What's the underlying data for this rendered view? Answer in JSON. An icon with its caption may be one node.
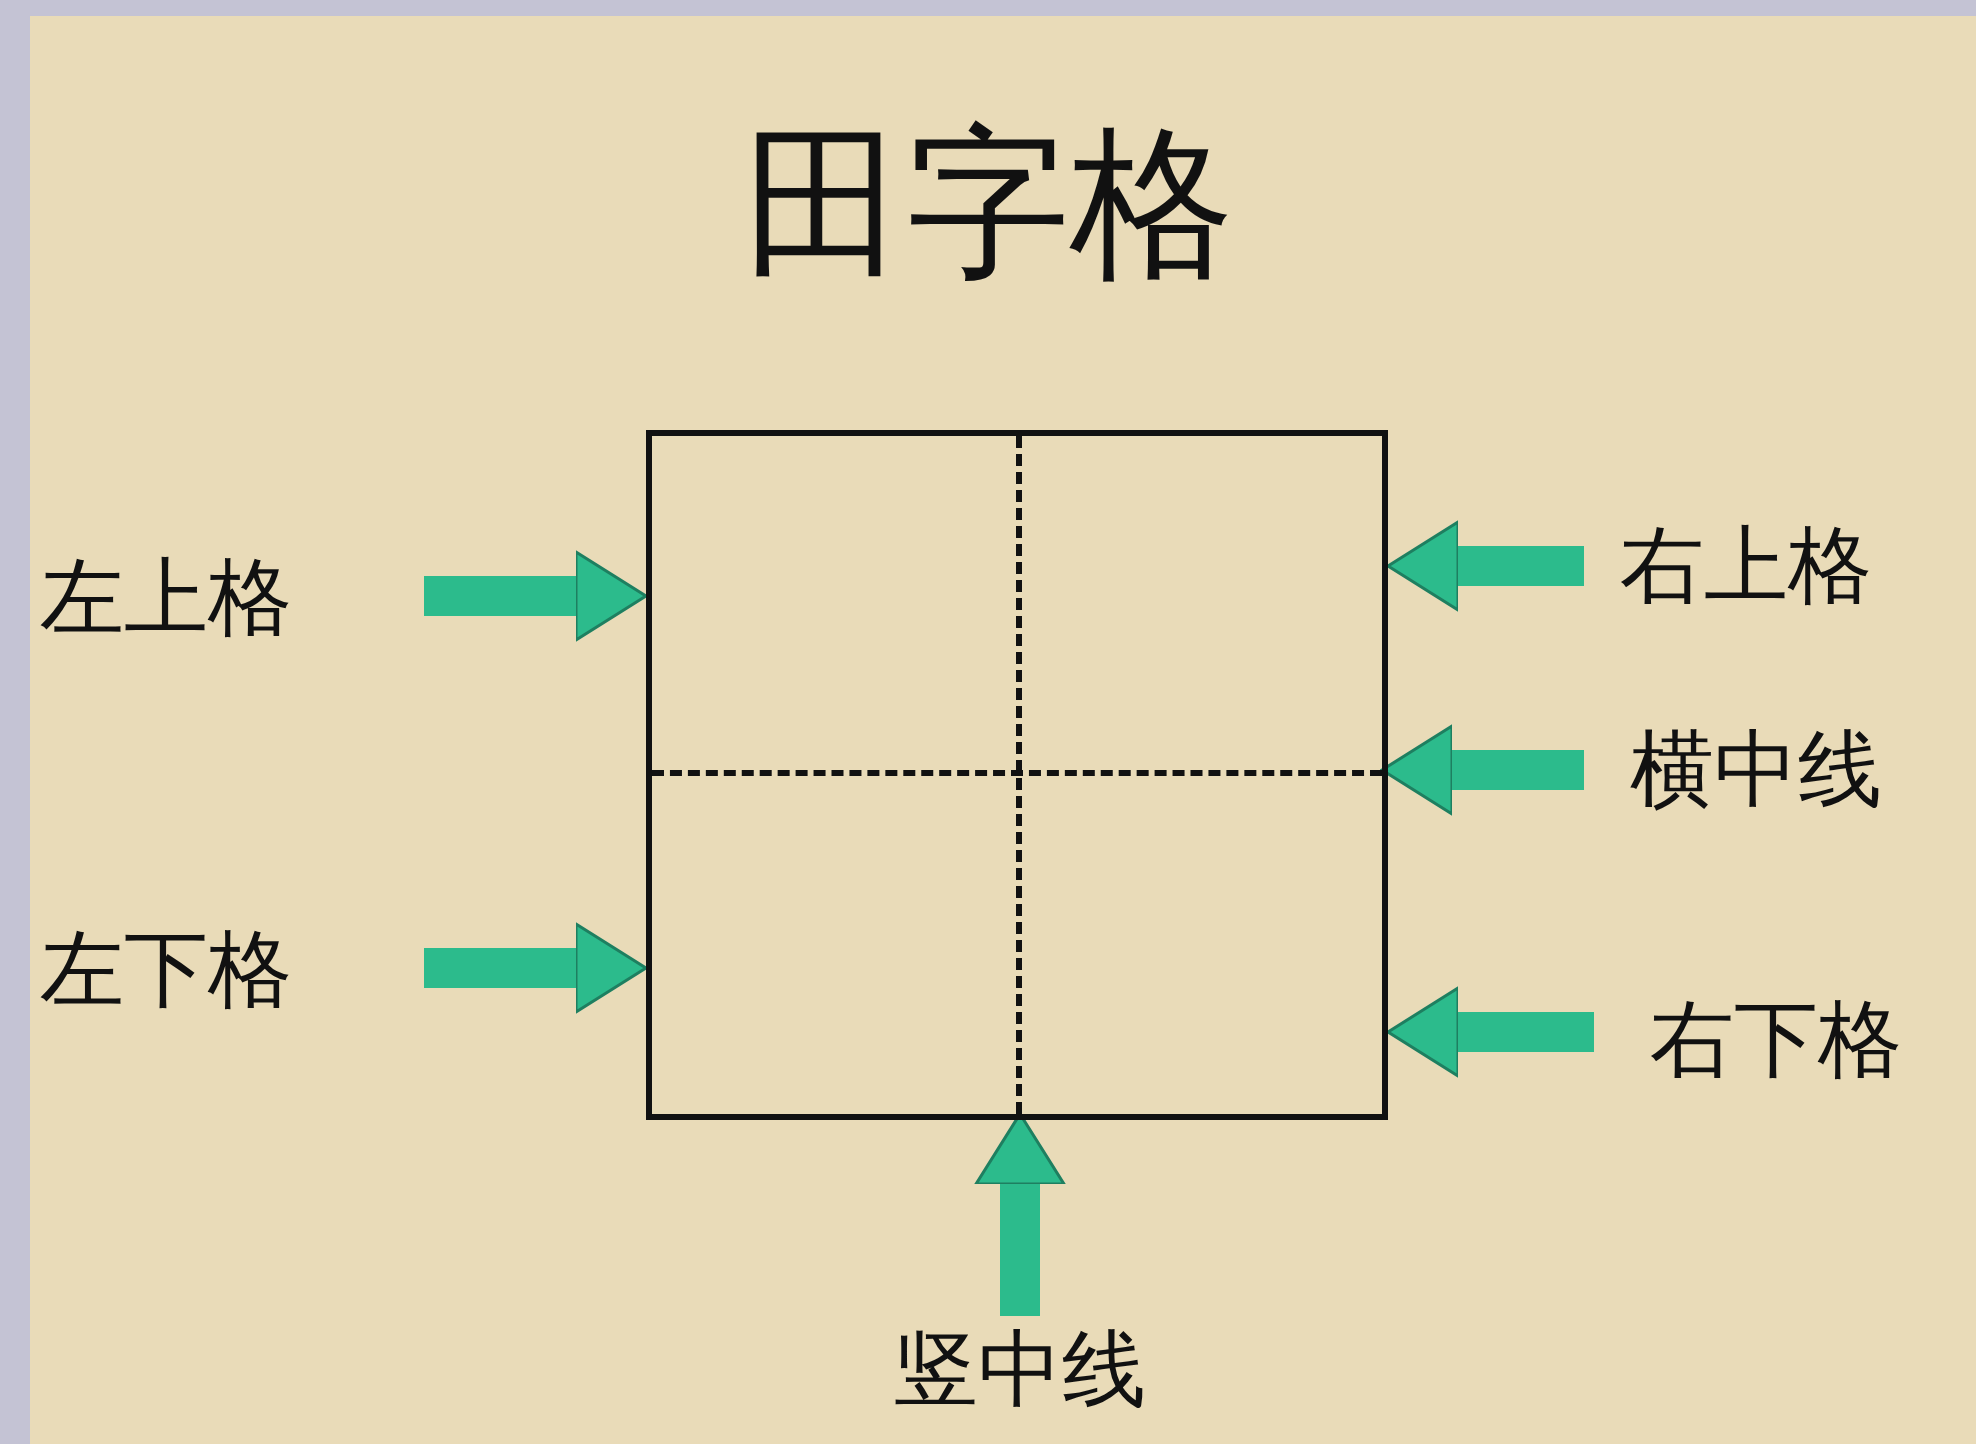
{
  "diagram": {
    "title": "田字格",
    "nodes": [
      {
        "text": [
          "左上格"
        ]
      },
      {
        "text": [
          "左下格"
        ]
      },
      {
        "text": [
          "右上格"
        ]
      },
      {
        "text": [
          "横中线"
        ]
      },
      {
        "text": [
          "右下格"
        ]
      },
      {
        "text": [
          "竖中线"
        ]
      },
      {
        "text": [],
        "shape": "box"
      },
      {
        "text": [],
        "shape": "box"
      },
      {
        "text": [],
        "shape": "box"
      },
      {
        "text": [],
        "shape": "box"
      },
      {
        "text": [],
        "shape": "line"
      },
      {
        "text": [],
        "shape": "line"
      }
    ],
    "edges": [
      {
        "from": 0,
        "to": 6,
        "arrow": "to"
      },
      {
        "from": 1,
        "to": 8,
        "arrow": "to"
      },
      {
        "from": 2,
        "to": 7,
        "arrow": "to"
      },
      {
        "from": 3,
        "to": 10,
        "arrow": "to"
      },
      {
        "from": 4,
        "to": 9,
        "arrow": "to"
      },
      {
        "from": 5,
        "to": 11,
        "arrow": "to"
      }
    ]
  }
}
